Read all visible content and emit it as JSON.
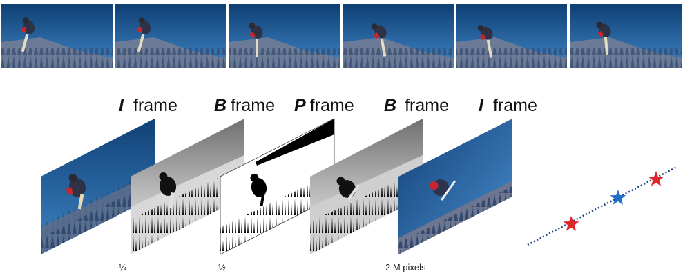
{
  "filmstrip": {
    "frame_count": 6
  },
  "frame_labels": [
    {
      "type": "I",
      "word": "frame"
    },
    {
      "type": "B",
      "word": "frame"
    },
    {
      "type": "P",
      "word": "frame"
    },
    {
      "type": "B",
      "word": "frame"
    },
    {
      "type": "I",
      "word": "frame"
    }
  ],
  "captions": {
    "quarter": "¼",
    "half": "½",
    "pixels": "2 M pixels"
  },
  "colors": {
    "sky_top": "#0f3f74",
    "sky_bottom": "#3f86c6",
    "star_red": "#e0262a",
    "star_blue": "#1f6fc8",
    "dotted_line": "#1a3f7a"
  },
  "icons": [
    "red-star-icon",
    "blue-star-icon",
    "red-star-icon"
  ]
}
